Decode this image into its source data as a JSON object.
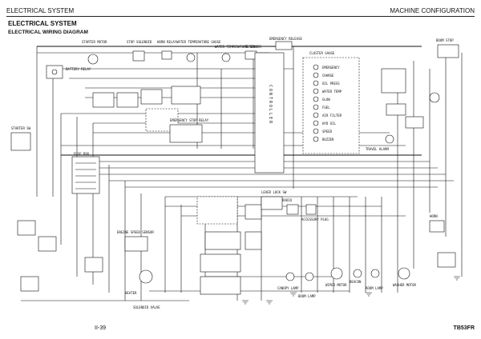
{
  "header": {
    "left": "ELECTRICAL SYSTEM",
    "right": "MACHINE CONFIGURATION"
  },
  "title": "ELECTRICAL SYSTEM",
  "subtitle": "ELECTRICAL WIRING DIAGRAM",
  "footer": {
    "page": "II-39",
    "model": "TB53FR"
  },
  "controller_label": "CONTROLLER",
  "labels": {
    "starter_motor": "STARTER MOTOR",
    "stop_solenoid": "STOP SOLENOID",
    "horn_relay": "HORN RELAY",
    "water_temp_gauge": "WATER TEMPERATURE GAUGE",
    "water_temp_sender": "WATER TEMPERATURE SENDER",
    "meter": "METER",
    "emergency_release": "EMERGENCY RELEASE",
    "cluster_gauge": "CLUSTER GAUGE",
    "emergency_stop_relay": "EMERGENCY STOP RELAY",
    "boom_stop": "BOOM STOP",
    "battery_relay": "BATTERY RELAY",
    "starter_switch": "STARTER SW",
    "fuse_box": "FUSE BOX",
    "travel_alarm": "TRAVEL ALARM",
    "wiper_motor": "WIPER MOTOR",
    "room_lamp": "ROOM LAMP",
    "horn": "HORN",
    "beacon": "BEACON",
    "washer_motor": "WASHER MOTOR",
    "canopy_lamp": "CANOPY LAMP",
    "boom_lamp": "BOOM LAMP",
    "heater": "HEATER",
    "engine_speed_sensor": "ENGINE SPEED SENSOR",
    "lever_lock_sw": "LEVER LOCK SW",
    "radio": "RADIO",
    "accessory_plug": "ACCESSORY PLUG",
    "solenoid_valve": "SOLENOID VALVE"
  },
  "indicators": [
    "EMERGENCY",
    "CHARGE",
    "OIL PRESS",
    "WATER TEMP",
    "GLOW",
    "FUEL",
    "AIR FILTER",
    "HYD OIL",
    "SPEED",
    "BUZZER"
  ]
}
